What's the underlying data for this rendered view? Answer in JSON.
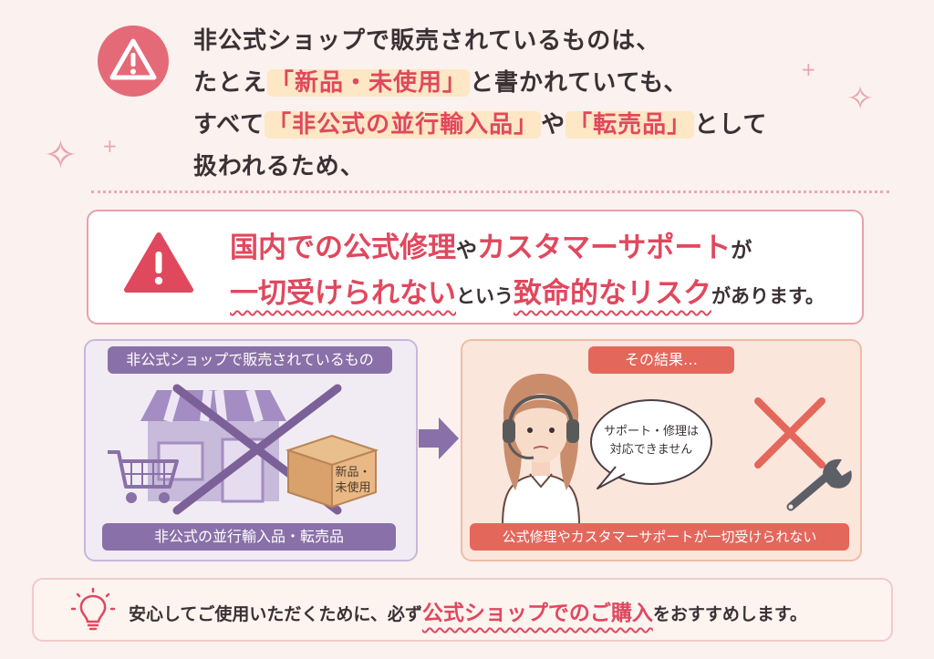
{
  "colors": {
    "accent_pink": "#e0485e",
    "accent_purple": "#8a70a8",
    "accent_orange": "#e4675c",
    "highlight": "#fde7c4",
    "background": "#fbf1ee"
  },
  "intro": {
    "line1": "非公式ショップで販売されているものは、",
    "line2_pre": "たとえ",
    "line2_hl": "「新品・未使用」",
    "line2_post": "と書かれていても、",
    "line3_pre": "すべて",
    "line3_hl1": "「非公式の並行輸入品」",
    "line3_mid": "や",
    "line3_hl2": "「転売品」",
    "line3_post": "として",
    "line4": "扱われるため、"
  },
  "warning": {
    "p1": "国内での",
    "p2": "公式修理",
    "p3": "や",
    "p4": "カスタマーサポート",
    "p5": "が",
    "q1": "一切受けられない",
    "q2": "という",
    "q3": "致命的なリスク",
    "q4": "があります。"
  },
  "left_panel": {
    "tag": "非公式ショップで販売されているもの",
    "box_label": "新品・\n未使用",
    "footer": "非公式の並行輸入品・転売品"
  },
  "right_panel": {
    "tag": "その結果…",
    "speech": "サポート・修理は\n対応できません",
    "footer": "公式修理やカスタマーサポートが一切受けられない"
  },
  "footer": {
    "pre": "安心してご使用いただくために、必ず",
    "highlight": "公式ショップでのご購入",
    "post": "をおすすめします。"
  },
  "icons": [
    "warning-icon",
    "store-icon",
    "shopping-cart-icon",
    "cardboard-box-icon",
    "arrow-right-icon",
    "support-operator-icon",
    "cross-icon",
    "wrench-icon",
    "lightbulb-icon",
    "sparkle-icon"
  ]
}
